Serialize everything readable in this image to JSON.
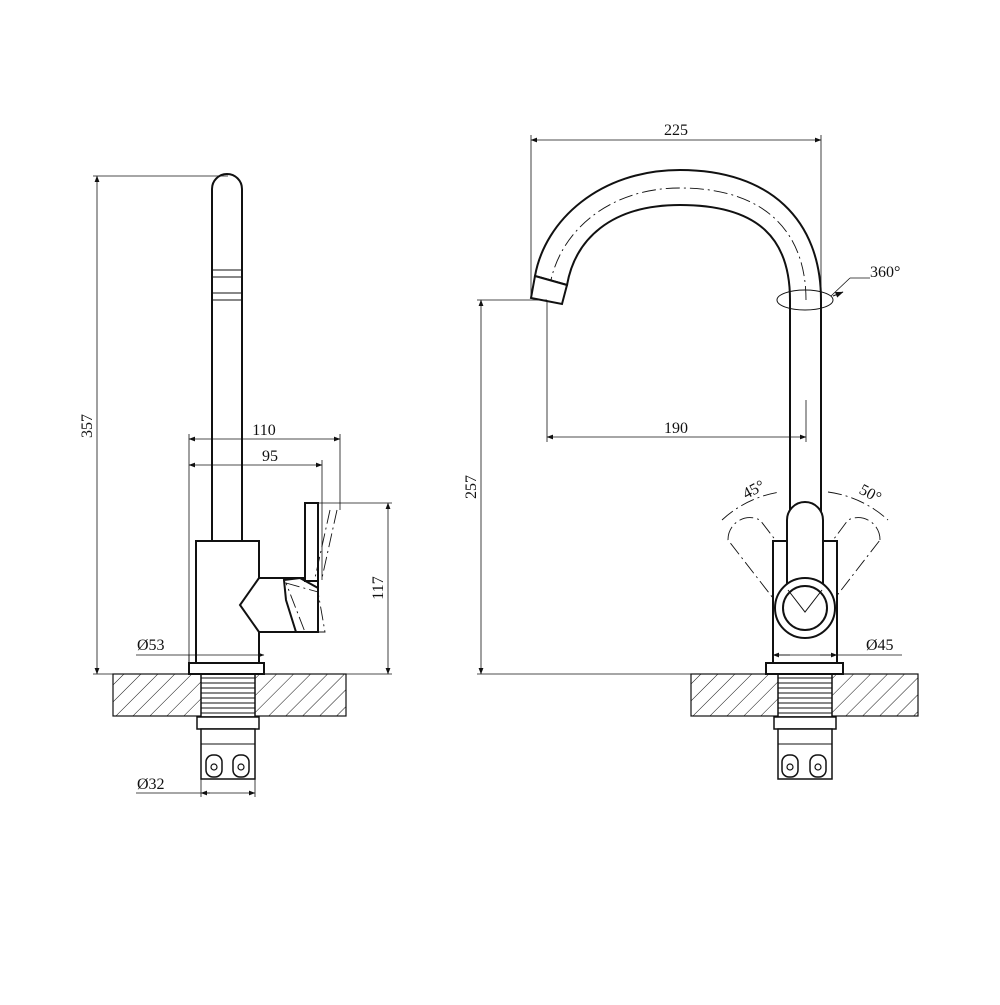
{
  "side_view": {
    "height_label": "357",
    "reach_label": "110",
    "handle_reach_label": "95",
    "handle_height_label": "117",
    "base_diameter_label": "Ø53",
    "shank_diameter_label": "Ø32"
  },
  "front_view": {
    "total_width_label": "225",
    "rotation_label": "360°",
    "spout_reach_label": "190",
    "spout_height_label": "257",
    "left_angle_label": "45°",
    "right_angle_label": "50°",
    "base_diameter_label": "Ø45"
  }
}
